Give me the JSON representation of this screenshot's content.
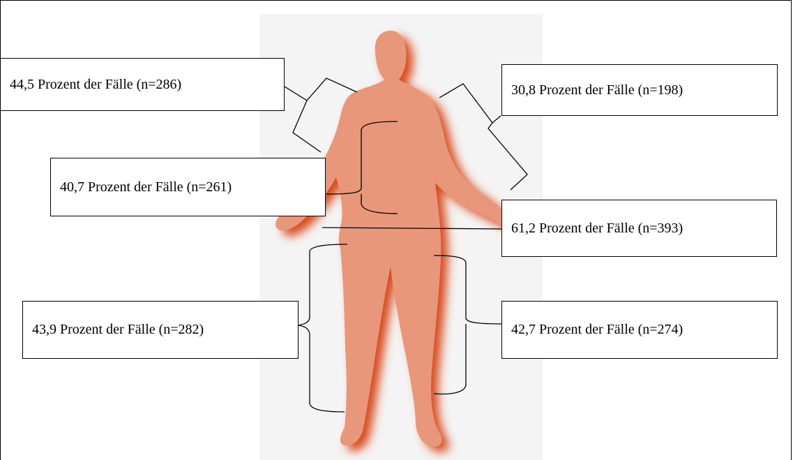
{
  "labels": {
    "shoulder_arm_left": "44,5 Prozent der Fälle (n=286)",
    "shoulder_arm_right": "30,8 Prozent der Fälle (n=198)",
    "trunk": "40,7 Prozent der Fälle (n=261)",
    "hands": "61,2 Prozent der Fälle (n=393)",
    "leg_left": "43,9 Prozent der Fälle (n=282)",
    "leg_right": "42,7 Prozent der Fälle (n=274)"
  },
  "colors": {
    "body_fill": "#e8977a",
    "body_glow": "#d84a1a",
    "background_panel": "#f4f4f4",
    "line": "#000000"
  },
  "icons": {
    "figure": "human-silhouette"
  }
}
